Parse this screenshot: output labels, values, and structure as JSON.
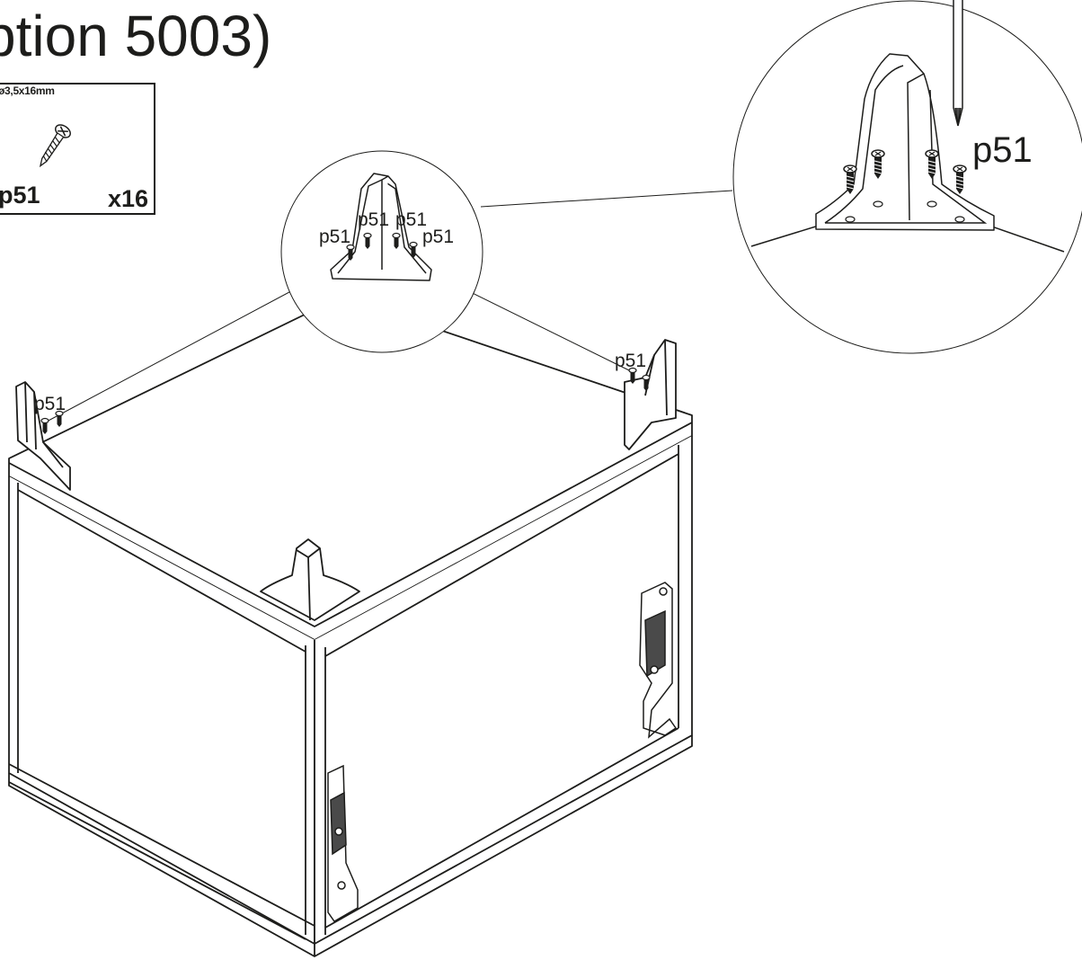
{
  "title": "ption 5003)",
  "part": {
    "size": "ø3,5x16mm",
    "code": "p51",
    "quantity": "x16"
  },
  "labels": {
    "detail_large": "p51",
    "detail_small_1": "p51",
    "detail_small_2": "p51",
    "detail_small_3": "p51",
    "detail_small_4": "p51",
    "corner_right": "p51",
    "corner_left": "p51"
  },
  "colors": {
    "line": "#1d1d1b",
    "fill": "#ffffff",
    "shade": "#4a4a4a"
  },
  "icons": [
    "screw-icon",
    "screwdriver-icon",
    "corner-bracket-icon",
    "hinge-icon"
  ]
}
